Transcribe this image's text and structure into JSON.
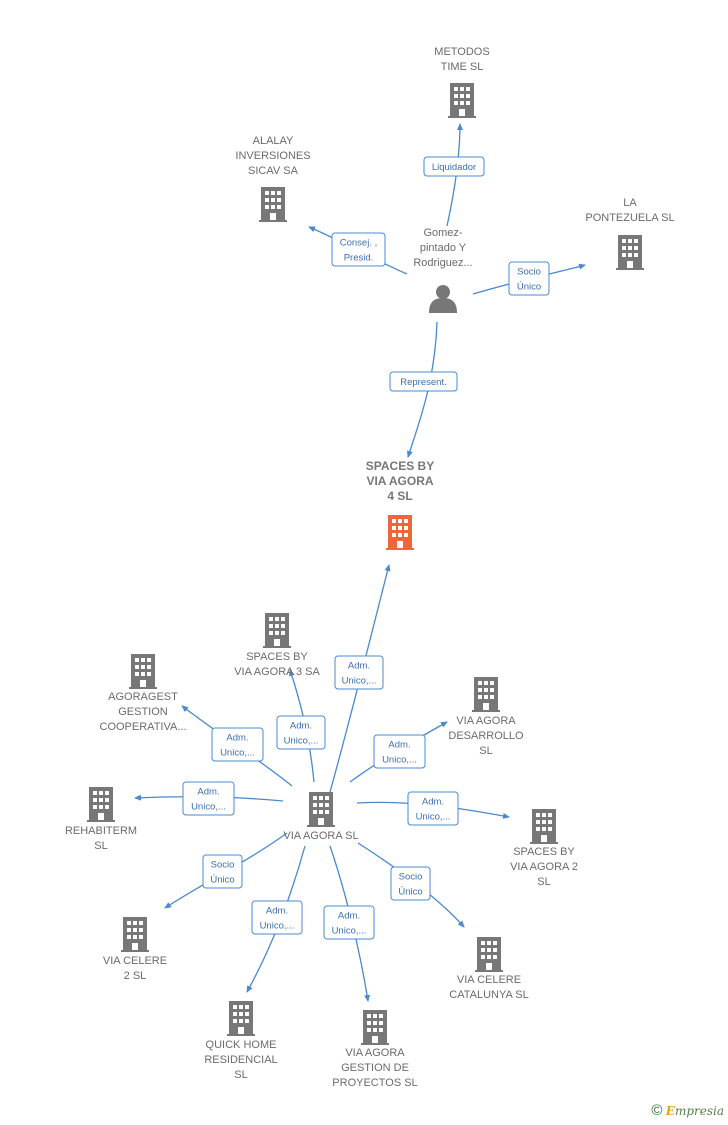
{
  "colors": {
    "accent": "#4a88d0",
    "main_node": "#f0653a",
    "node": "#777777"
  },
  "nodes": [
    {
      "id": "metodos",
      "label": [
        "METODOS",
        "TIME SL"
      ],
      "icon": "building-icon"
    },
    {
      "id": "alalay",
      "label": [
        "ALALAY",
        "INVERSIONES",
        "SICAV SA"
      ],
      "icon": "building-icon"
    },
    {
      "id": "person",
      "label": [
        "Gomez-",
        "pintado Y",
        "Rodriguez..."
      ],
      "icon": "person-icon"
    },
    {
      "id": "pontezuela",
      "label": [
        "LA",
        "PONTEZUELA SL"
      ],
      "icon": "building-icon"
    },
    {
      "id": "main",
      "label": [
        "SPACES BY",
        "VIA AGORA",
        "4  SL"
      ],
      "icon": "building-icon",
      "main": true
    },
    {
      "id": "sva3",
      "label": [
        "SPACES BY",
        "VIA AGORA 3 SA"
      ],
      "icon": "building-icon"
    },
    {
      "id": "agoragest",
      "label": [
        "AGORAGEST",
        "GESTION",
        "COOPERATIVA..."
      ],
      "icon": "building-icon"
    },
    {
      "id": "desarrollo",
      "label": [
        "VIA AGORA",
        "DESARROLLO",
        "SL"
      ],
      "icon": "building-icon"
    },
    {
      "id": "rehabiterm",
      "label": [
        "REHABITERM",
        "SL"
      ],
      "icon": "building-icon"
    },
    {
      "id": "viaagora",
      "label": [
        "VIA AGORA SL"
      ],
      "icon": "building-icon"
    },
    {
      "id": "sva2",
      "label": [
        "SPACES BY",
        "VIA AGORA 2",
        "SL"
      ],
      "icon": "building-icon"
    },
    {
      "id": "celere2",
      "label": [
        "VIA CELERE",
        "2 SL"
      ],
      "icon": "building-icon"
    },
    {
      "id": "celerecat",
      "label": [
        "VIA CELERE",
        "CATALUNYA  SL"
      ],
      "icon": "building-icon"
    },
    {
      "id": "quickhome",
      "label": [
        "QUICK HOME",
        "RESIDENCIAL",
        "SL"
      ],
      "icon": "building-icon"
    },
    {
      "id": "gestionproy",
      "label": [
        "VIA AGORA",
        "GESTION DE",
        "PROYECTOS  SL"
      ],
      "icon": "building-icon"
    }
  ],
  "edges": [
    {
      "id": "liquidador",
      "label": [
        "Liquidador"
      ]
    },
    {
      "id": "consej",
      "label": [
        "Consej. ,",
        "Presid."
      ]
    },
    {
      "id": "socio1",
      "label": [
        "Socio",
        "Único"
      ]
    },
    {
      "id": "represent",
      "label": [
        "Represent."
      ]
    },
    {
      "id": "adm_main",
      "label": [
        "Adm.",
        "Unico,..."
      ]
    },
    {
      "id": "adm_sva3",
      "label": [
        "Adm.",
        "Unico,..."
      ]
    },
    {
      "id": "adm_agoragest",
      "label": [
        "Adm.",
        "Unico,..."
      ]
    },
    {
      "id": "adm_desarrollo",
      "label": [
        "Adm.",
        "Unico,..."
      ]
    },
    {
      "id": "adm_rehabiterm",
      "label": [
        "Adm.",
        "Unico,..."
      ]
    },
    {
      "id": "adm_sva2",
      "label": [
        "Adm.",
        "Unico,..."
      ]
    },
    {
      "id": "socio_celere2",
      "label": [
        "Socio",
        "Único"
      ]
    },
    {
      "id": "socio_celerecat",
      "label": [
        "Socio",
        "Único"
      ]
    },
    {
      "id": "adm_quickhome",
      "label": [
        "Adm.",
        "Unico,..."
      ]
    },
    {
      "id": "adm_gestionproy",
      "label": [
        "Adm.",
        "Unico,..."
      ]
    }
  ],
  "footer": {
    "copyright": "©",
    "brand_initial": "E",
    "brand_rest": "mpresia"
  }
}
